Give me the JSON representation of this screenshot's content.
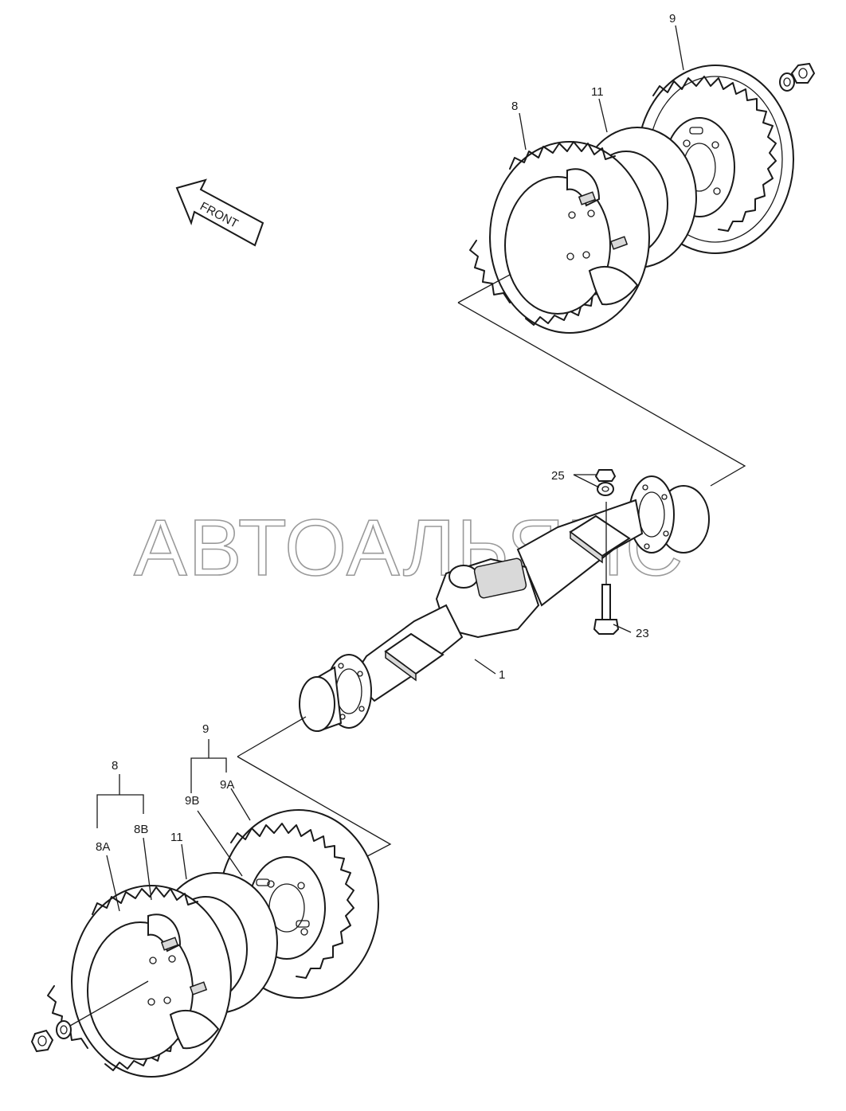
{
  "watermark": "АВТОАЛЬЯНС",
  "front_label": "FRONT",
  "callouts": {
    "c1": "1",
    "c8_top": "8",
    "c9_top": "9",
    "c11_top": "11",
    "c23": "23",
    "c25": "25",
    "c9_bottom": "9",
    "c9a": "9A",
    "c9b": "9B",
    "c8_bottom": "8",
    "c8a": "8A",
    "c8b": "8B",
    "c11_bottom": "11"
  }
}
